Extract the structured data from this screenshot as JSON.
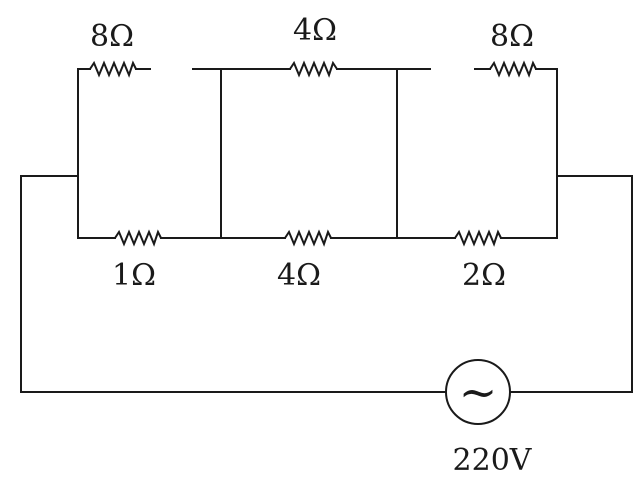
{
  "resistors": {
    "top_left": "8Ω",
    "top_middle": "4Ω",
    "top_right": "8Ω",
    "bottom_left": "1Ω",
    "bottom_middle": "4Ω",
    "bottom_right": "2Ω"
  },
  "source": {
    "symbol": "~",
    "voltage": "220V"
  }
}
